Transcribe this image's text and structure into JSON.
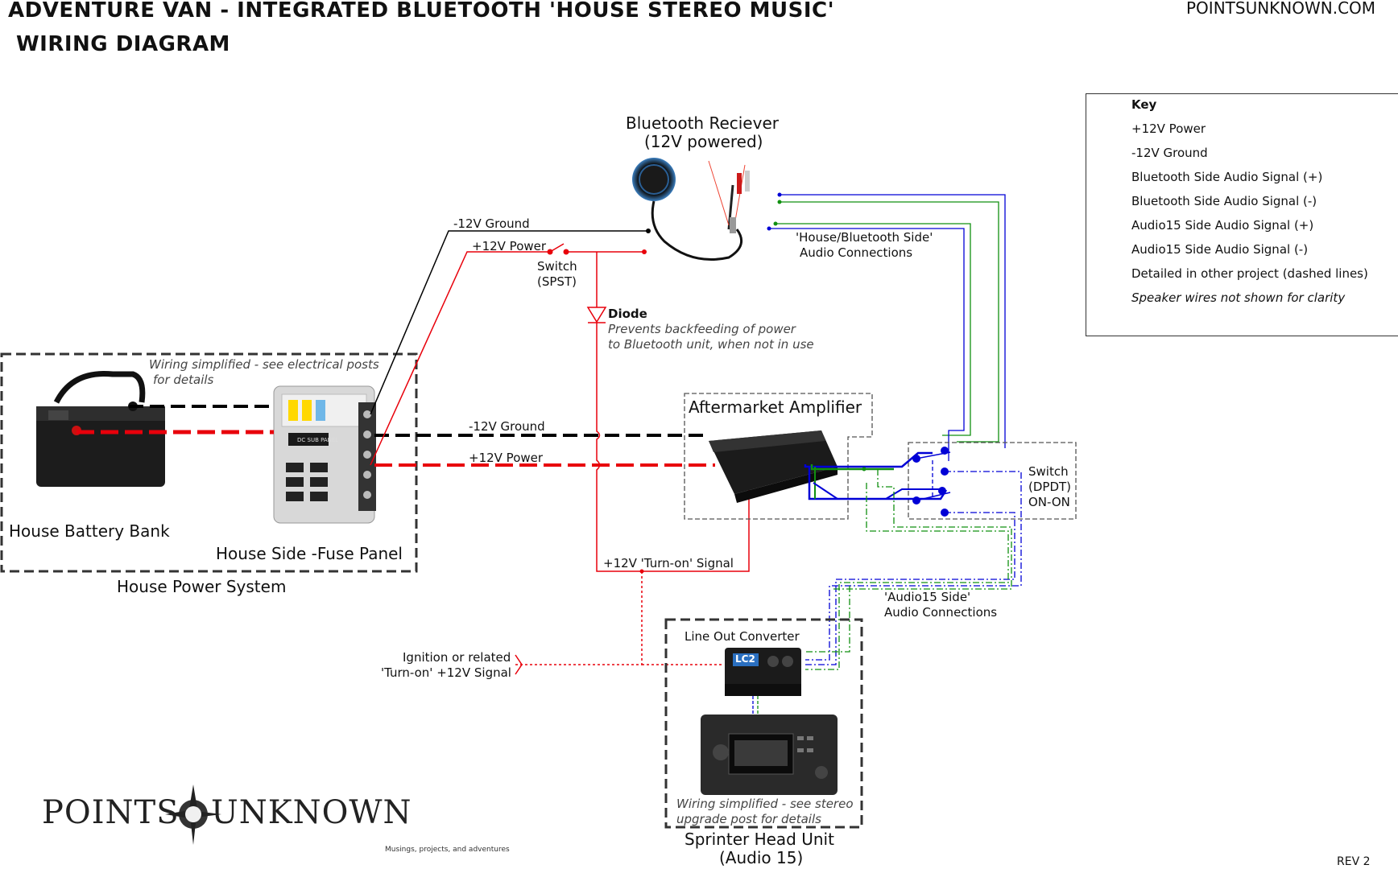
{
  "title": {
    "line1": "ADVENTURE VAN - INTEGRATED BLUETOOTH 'HOUSE STEREO MUSIC'",
    "line2": "WIRING DIAGRAM"
  },
  "site": "POINTSUNKNOWN.COM",
  "revision": "REV 2",
  "brand": {
    "left": "POINTS",
    "right": "UNKNOWN",
    "tagline": "Musings, projects, and adventures"
  },
  "key": {
    "heading": "Key",
    "items": [
      {
        "label": "+12V Power",
        "color": "#e8000b",
        "style": "solid"
      },
      {
        "label": "-12V Ground",
        "color": "#000000",
        "style": "solid"
      },
      {
        "label": "Bluetooth Side Audio Signal (+)",
        "color": "#0000d6",
        "style": "solid"
      },
      {
        "label": "Bluetooth Side Audio Signal (-)",
        "color": "#109010",
        "style": "solid"
      },
      {
        "label": "Audio15 Side Audio Signal (+)",
        "color": "#0000d6",
        "style": "dashdot"
      },
      {
        "label": "Audio15 Side Audio Signal (-)",
        "color": "#109010",
        "style": "dashdot"
      },
      {
        "label": "Detailed in other project (dashed lines)",
        "color": "#e8000b",
        "style": "multi"
      }
    ],
    "note": "Speaker wires not shown for clarity"
  },
  "bluetooth": {
    "title_line1": "Bluetooth Reciever",
    "title_line2": "(12V powered)",
    "audio_conn_line1": "'House/Bluetooth Side'",
    "audio_conn_line2": "Audio Connections"
  },
  "power_labels": {
    "ground_top": "-12V Ground",
    "power_top": "+12V Power",
    "switch_line1": "Switch",
    "switch_line2": "(SPST)",
    "diode": "Diode",
    "diode_note_line1": "Prevents backfeeding of power",
    "diode_note_line2": "to Bluetooth unit, when not in use",
    "ground_mid": "-12V Ground",
    "power_mid": "+12V Power",
    "turnon": "+12V 'Turn-on' Signal",
    "ignition_line1": "Ignition or related",
    "ignition_line2": "'Turn-on' +12V Signal"
  },
  "house_system": {
    "note_line1": "Wiring simplified - see electrical posts",
    "note_line2": "for details",
    "battery": "House Battery Bank",
    "fuse_panel": "House Side -Fuse Panel",
    "fuse_panel_tag": "DC SUB PANEL",
    "caption": "House Power System"
  },
  "amplifier": {
    "title": "Aftermarket Amplifier"
  },
  "dpdt_switch": {
    "line1": "Switch",
    "line2": "(DPDT)",
    "line3": "ON-ON"
  },
  "audio15_conn": {
    "line1": "'Audio15 Side'",
    "line2": "Audio Connections"
  },
  "head_unit": {
    "converter": "Line Out Converter",
    "converter_badge": "LC2",
    "note_line1": "Wiring simplified - see stereo",
    "note_line2": "upgrade post for details",
    "caption_line1": "Sprinter Head Unit",
    "caption_line2": "(Audio 15)"
  }
}
